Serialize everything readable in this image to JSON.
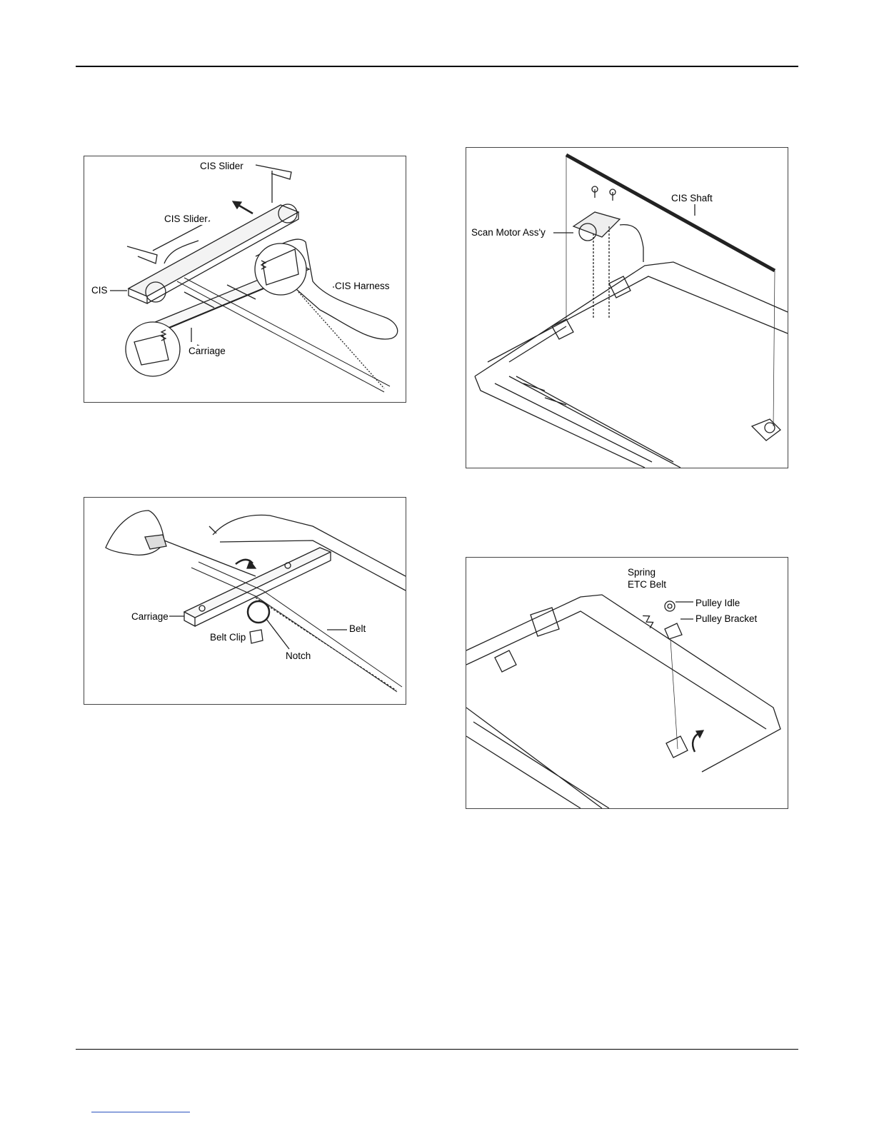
{
  "figures": {
    "cis_removal": {
      "labels": {
        "cis_slider_top": "CIS Slider",
        "cis_slider_left": "CIS Slider",
        "cis": "CIS",
        "cis_harness": "CIS Harness",
        "carriage": "Carriage"
      }
    },
    "carriage_belt": {
      "labels": {
        "carriage": "Carriage",
        "belt_clip": "Belt Clip",
        "notch": "Notch",
        "belt": "Belt"
      }
    },
    "cis_shaft_motor": {
      "labels": {
        "cis_shaft": "CIS Shaft",
        "scan_motor": "Scan Motor Ass'y"
      }
    },
    "pulley": {
      "labels": {
        "spring_line1": "Spring",
        "spring_line2": "ETC Belt",
        "pulley_idle": "Pulley Idle",
        "pulley_bracket": "Pulley Bracket"
      }
    }
  }
}
